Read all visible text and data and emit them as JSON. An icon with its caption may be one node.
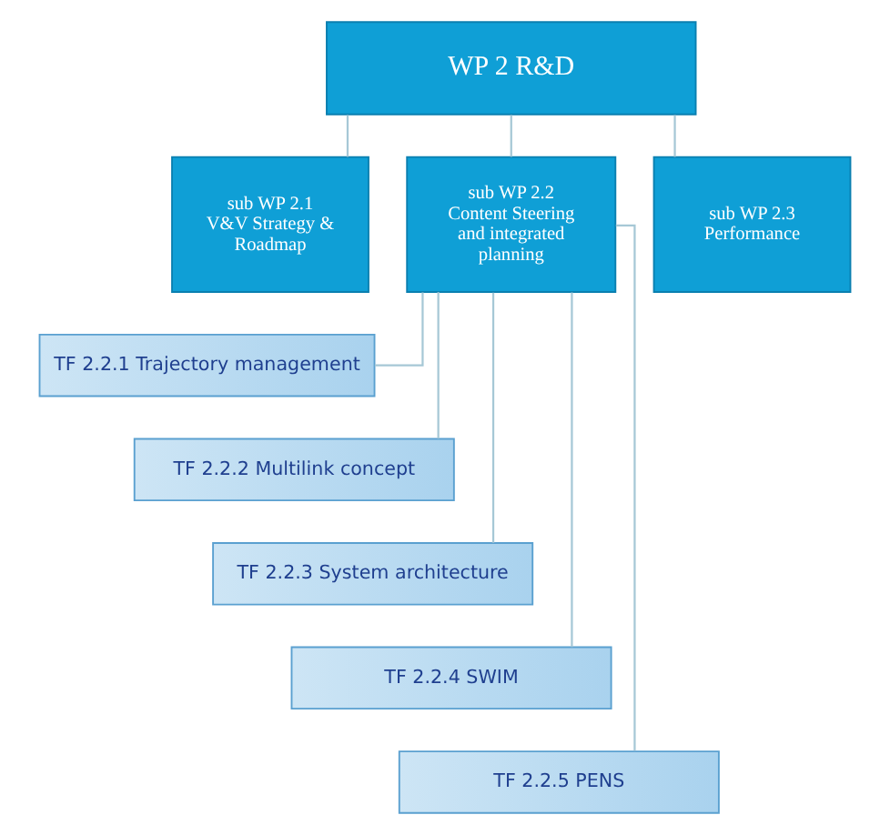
{
  "diagram": {
    "nodes": [
      {
        "text": [
          "WP 2 R&D"
        ]
      },
      {
        "text": [
          "sub WP 2.1",
          "V&V Strategy & Roadmap"
        ]
      },
      {
        "text": [
          "sub WP 2.2",
          "Content Steering and integrated planning"
        ]
      },
      {
        "text": [
          "sub WP 2.3",
          "Performance"
        ]
      },
      {
        "text": [
          "TF 2.2.1 Trajectory management"
        ]
      },
      {
        "text": [
          "TF 2.2.2 Multilink concept"
        ]
      },
      {
        "text": [
          "TF 2.2.3 System architecture"
        ]
      },
      {
        "text": [
          "TF 2.2.4 SWIM"
        ]
      },
      {
        "text": [
          "TF 2.2.5 PENS"
        ]
      }
    ],
    "edges": [
      {
        "from": 0,
        "to": 1,
        "arrow": "none"
      },
      {
        "from": 0,
        "to": 2,
        "arrow": "none"
      },
      {
        "from": 0,
        "to": 3,
        "arrow": "none"
      },
      {
        "from": 2,
        "to": 4,
        "arrow": "none"
      },
      {
        "from": 2,
        "to": 5,
        "arrow": "none"
      },
      {
        "from": 2,
        "to": 6,
        "arrow": "none"
      },
      {
        "from": 2,
        "to": 7,
        "arrow": "none"
      },
      {
        "from": 2,
        "to": 8,
        "arrow": "none"
      }
    ]
  }
}
